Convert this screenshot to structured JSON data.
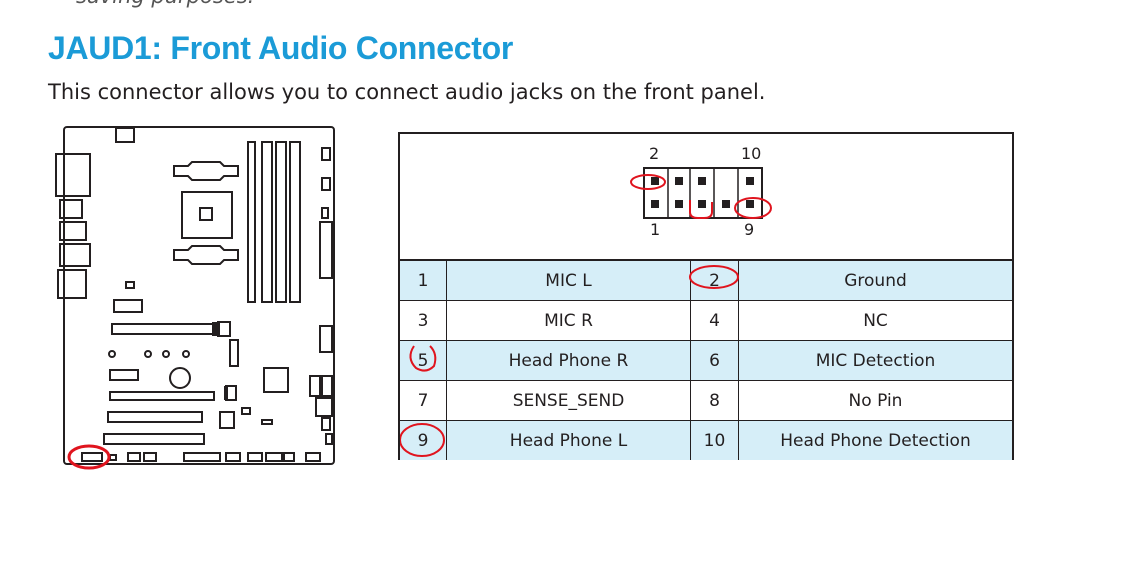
{
  "page": {
    "previous_text": "saving purposes.",
    "title": "JAUD1: Front Audio Connector",
    "description": "This connector allows you to connect audio jacks on the front panel."
  },
  "header_diagram": {
    "top_labels": [
      "2",
      "10"
    ],
    "bottom_labels": [
      "1",
      "9"
    ]
  },
  "pin_table": {
    "rows": [
      {
        "pin_a": "1",
        "signal_a": "MIC L",
        "pin_b": "2",
        "signal_b": "Ground"
      },
      {
        "pin_a": "3",
        "signal_a": "MIC R",
        "pin_b": "4",
        "signal_b": "NC"
      },
      {
        "pin_a": "5",
        "signal_a": "Head Phone R",
        "pin_b": "6",
        "signal_b": "MIC Detection"
      },
      {
        "pin_a": "7",
        "signal_a": "SENSE_SEND",
        "pin_b": "8",
        "signal_b": "No Pin"
      },
      {
        "pin_a": "9",
        "signal_a": "Head Phone L",
        "pin_b": "10",
        "signal_b": "Head Phone Detection"
      }
    ]
  },
  "colors": {
    "title": "#1b9bd7",
    "row_shade": "#d6eef8",
    "annotation": "#e0141e"
  }
}
